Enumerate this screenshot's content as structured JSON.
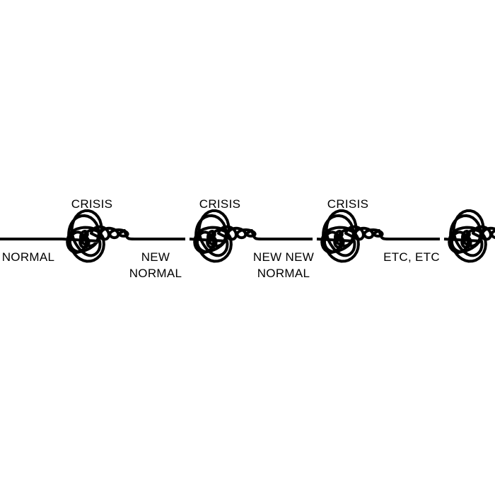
{
  "crisis_labels": [
    "CRISIS",
    "CRISIS",
    "CRISIS"
  ],
  "phase_labels": [
    {
      "line1": "NORMAL",
      "line2": ""
    },
    {
      "line1": "NEW",
      "line2": "NORMAL"
    },
    {
      "line1": "NEW NEW",
      "line2": "NORMAL"
    },
    {
      "line1": "ETC, ETC",
      "line2": ""
    }
  ],
  "ink_color": "#000000"
}
